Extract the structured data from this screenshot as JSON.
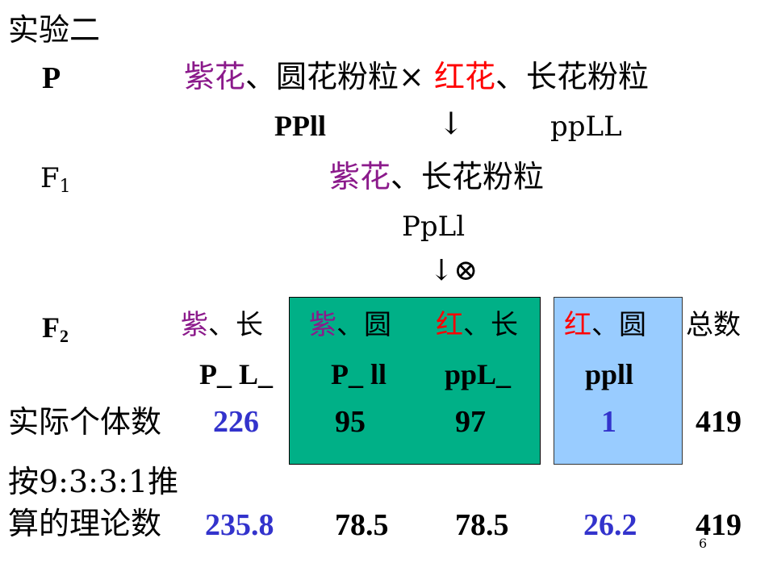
{
  "title": "实验二",
  "p_label": "P",
  "p_cross": {
    "parent1_color": "紫花",
    "parent1_rest": "、圆花粉粒",
    "cross_symbol": "×",
    "parent2_color": "红花",
    "parent2_rest": "、长花粉粒"
  },
  "p_genotypes": {
    "g1": "PPll",
    "arrow": "↓",
    "g2": "ppLL"
  },
  "f1": {
    "label_main": "F",
    "label_sub": "1",
    "pheno_color": "紫花",
    "pheno_rest": "、长花粉粒",
    "genotype": "PpLl",
    "self_arrow": "↓",
    "self_symbol": "⊗"
  },
  "f2": {
    "label_main": "F",
    "label_sub": "2",
    "phenotypes": [
      {
        "color": "紫",
        "rest": "、长"
      },
      {
        "color": "紫",
        "rest": "、圆"
      },
      {
        "color": "红",
        "rest": "、长"
      },
      {
        "color": "红",
        "rest": "、圆"
      }
    ],
    "total_label": "总数",
    "genotypes": [
      "P_ L_",
      "P_ ll",
      "ppL_",
      "ppll"
    ]
  },
  "actual": {
    "label": "实际个体数",
    "values": [
      "226",
      "95",
      "97",
      "1",
      "419"
    ]
  },
  "theory": {
    "label_line1": "按9:3:3:1推",
    "label_line2": "算的理论数",
    "values": [
      "235.8",
      "78.5",
      "78.5",
      "26.2",
      "419"
    ]
  },
  "page_number": "6",
  "colors": {
    "purple": "#8b1a8b",
    "red": "#ff0000",
    "blue": "#3333cc",
    "green_box": "#00b087",
    "blue_box": "#99ccff"
  }
}
